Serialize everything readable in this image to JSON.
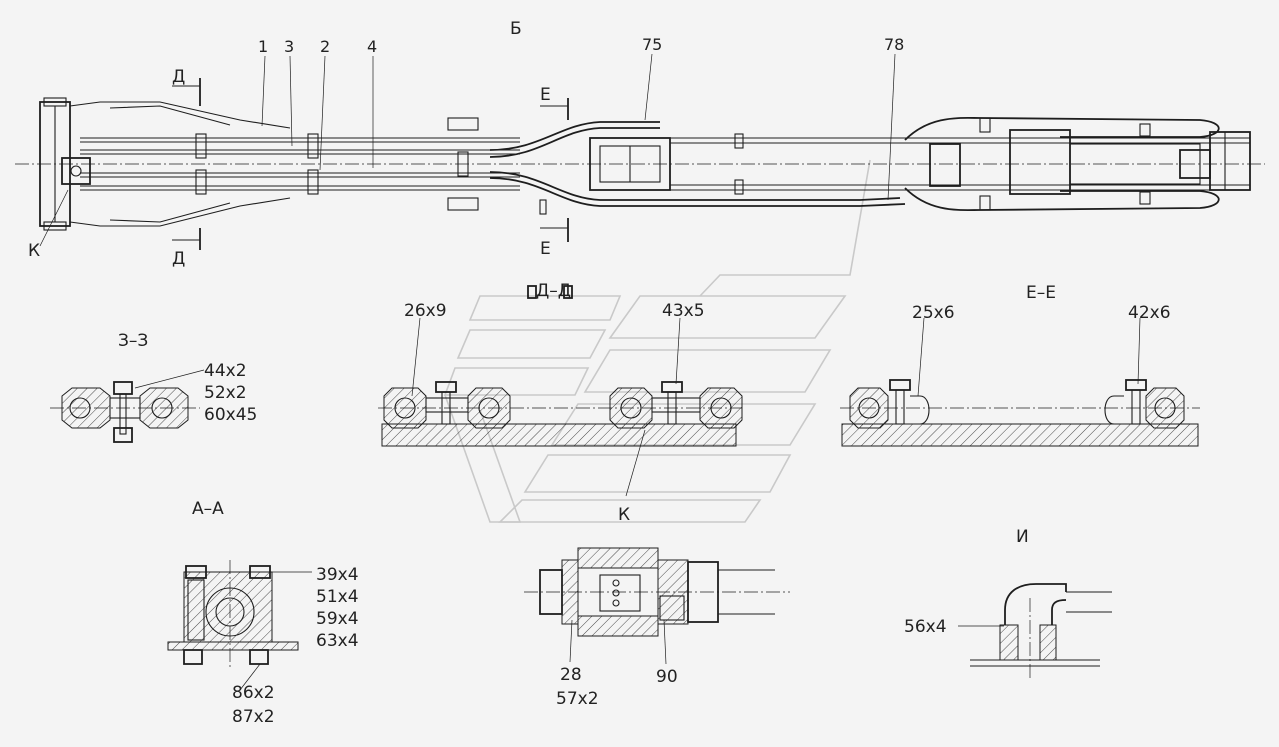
{
  "views": {
    "main": {
      "label_b": "Б",
      "callouts": [
        "1",
        "3",
        "2",
        "4",
        "75",
        "78"
      ],
      "cut_d": "Д",
      "cut_e": "Е",
      "label_k": "К"
    },
    "section_zz": {
      "title": "З–З",
      "parts": [
        "44x2",
        "52x2",
        "60x45"
      ]
    },
    "section_dd": {
      "title": "Д–Д",
      "parts": [
        "26x9",
        "43x5"
      ]
    },
    "section_ee": {
      "title": "Е–Е",
      "parts": [
        "25x6",
        "42x6"
      ]
    },
    "section_aa": {
      "title": "А–А",
      "parts_right": [
        "39x4",
        "51x4",
        "59x4",
        "63x4"
      ],
      "parts_bottom": [
        "86x2",
        "87x2"
      ]
    },
    "detail_k": {
      "title": "К",
      "parts": [
        "28",
        "57x2",
        "90"
      ]
    },
    "detail_i": {
      "title": "И",
      "parts": [
        "56x4"
      ]
    }
  }
}
